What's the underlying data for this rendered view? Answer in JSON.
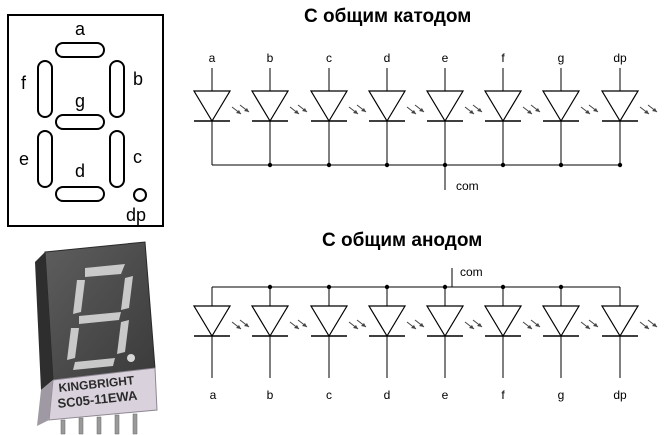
{
  "segment_legend": {
    "labels": {
      "a": "a",
      "b": "b",
      "c": "c",
      "d": "d",
      "e": "e",
      "f": "f",
      "g": "g",
      "dp": "dp"
    }
  },
  "component_photo": {
    "brand_text": "KINGBRIGHT",
    "model_text": "SC05-11EWA"
  },
  "common_cathode": {
    "title": "С общим катодом",
    "pins": [
      "a",
      "b",
      "c",
      "d",
      "e",
      "f",
      "g",
      "dp"
    ],
    "common_label": "com"
  },
  "common_anode": {
    "title": "С общим анодом",
    "pins": [
      "a",
      "b",
      "c",
      "d",
      "e",
      "f",
      "g",
      "dp"
    ],
    "common_label": "com"
  }
}
